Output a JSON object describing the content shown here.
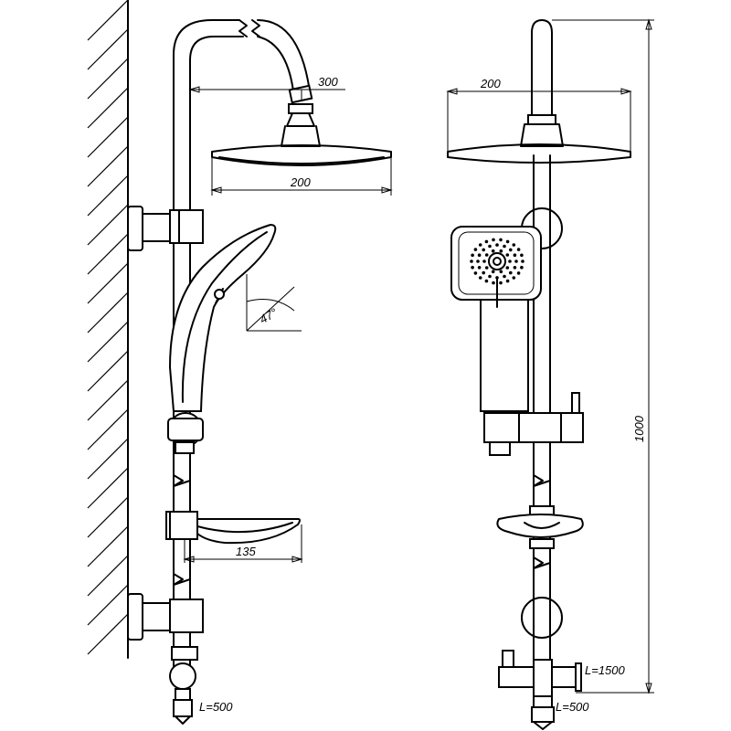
{
  "dimensions": {
    "side_arm_reach": "300",
    "side_head_diameter": "200",
    "side_angle": "47°",
    "side_soap_dish": "135",
    "side_hose_length": "L=500",
    "front_head_diameter": "200",
    "front_height": "1000",
    "front_hose_length_right": "L=1500",
    "front_hose_length_bottom": "L=500"
  },
  "colors": {
    "line": "#000000",
    "background": "#ffffff"
  }
}
